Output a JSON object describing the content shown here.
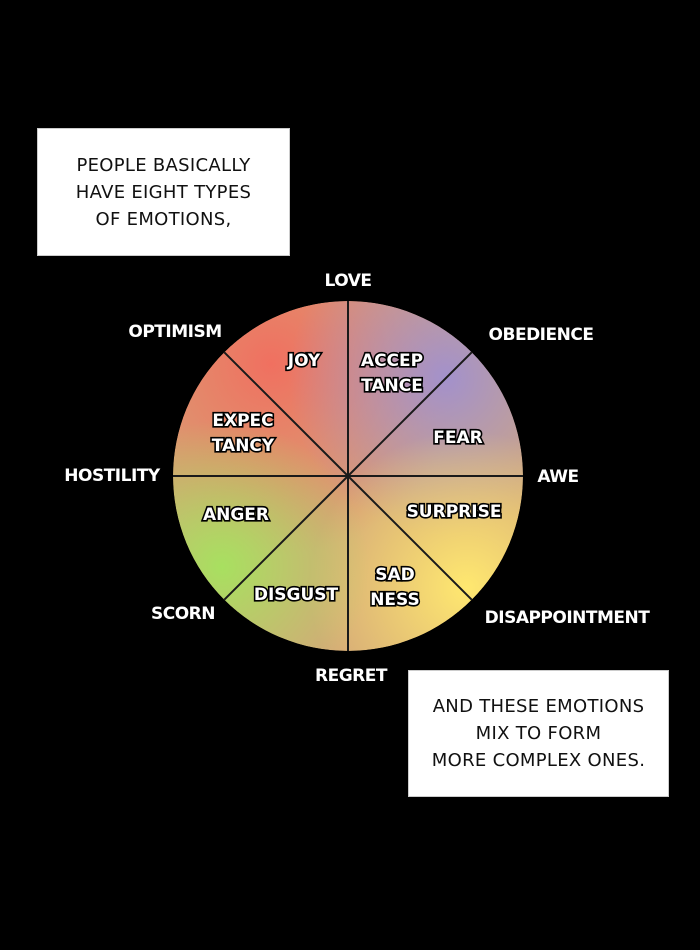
{
  "caption_top": {
    "lines": [
      "PEOPLE BASICALLY",
      "HAVE EIGHT TYPES",
      "OF EMOTIONS,"
    ]
  },
  "caption_bottom": {
    "lines": [
      "AND THESE EMOTIONS",
      "MIX TO FORM",
      "MORE COMPLEX ONES."
    ]
  },
  "wheel": {
    "emotions": [
      {
        "id": "joy",
        "lines": [
          "JOY"
        ]
      },
      {
        "id": "acceptance",
        "lines": [
          "ACCEP",
          "TANCE"
        ]
      },
      {
        "id": "fear",
        "lines": [
          "FEAR"
        ]
      },
      {
        "id": "surprise",
        "lines": [
          "SURPRISE"
        ]
      },
      {
        "id": "sadness",
        "lines": [
          "SAD",
          "NESS"
        ]
      },
      {
        "id": "disgust",
        "lines": [
          "DISGUST"
        ]
      },
      {
        "id": "anger",
        "lines": [
          "ANGER"
        ]
      },
      {
        "id": "expectancy",
        "lines": [
          "EXPEC",
          "TANCY"
        ]
      }
    ],
    "combinations": [
      {
        "id": "love",
        "label": "LOVE"
      },
      {
        "id": "obedience",
        "label": "OBEDIENCE"
      },
      {
        "id": "awe",
        "label": "AWE"
      },
      {
        "id": "disappointment",
        "label": "DISAPPOINTMENT"
      },
      {
        "id": "regret",
        "label": "REGRET"
      },
      {
        "id": "scorn",
        "label": "SCORN"
      },
      {
        "id": "hostility",
        "label": "HOSTILITY"
      },
      {
        "id": "optimism",
        "label": "OPTIMISM"
      }
    ],
    "colors": {
      "optimism_blob": "#f07060",
      "obedience_blob": "#a090d0",
      "disappointment_blob": "#ffe870",
      "scorn_blob": "#a8e060",
      "base": "#d4a878",
      "divider": "#1a1a1a"
    }
  }
}
